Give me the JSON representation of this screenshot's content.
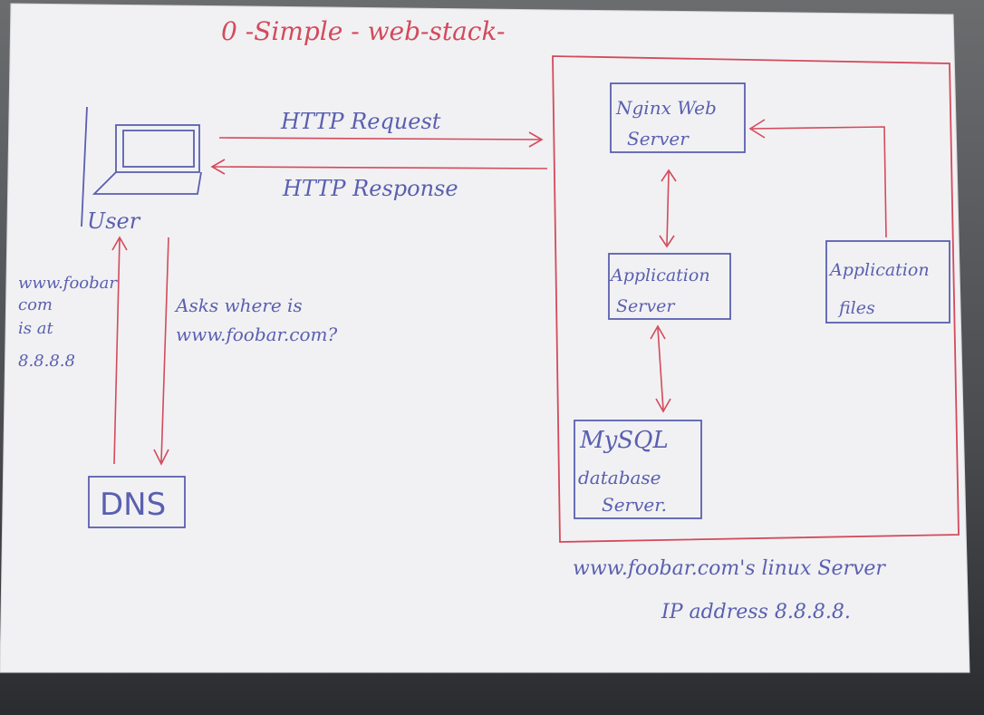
{
  "title": "0 -Simple - web-stack-",
  "user": {
    "label": "User"
  },
  "http": {
    "request": "HTTP Request",
    "response": "HTTP Response"
  },
  "dns": {
    "label": "DNS",
    "answer_lines": [
      "www.foobar",
      "com",
      "is at",
      "8.8.8.8"
    ],
    "question_lines": [
      "Asks where is",
      "www.foobar.com?"
    ]
  },
  "server": {
    "nginx_lines": [
      "Nginx Web",
      "Server"
    ],
    "app_server_lines": [
      "Application",
      "Server"
    ],
    "app_files_lines": [
      "Application",
      "files"
    ],
    "mysql_lines": [
      "MySQL",
      "database",
      "Server."
    ],
    "caption_lines": [
      "www.foobar.com's linux Server",
      "IP address 8.8.8.8."
    ]
  },
  "colors": {
    "ink_blue": "#5a5fb0",
    "ink_red": "#d44a5c",
    "paper": "#f3f3f5"
  }
}
